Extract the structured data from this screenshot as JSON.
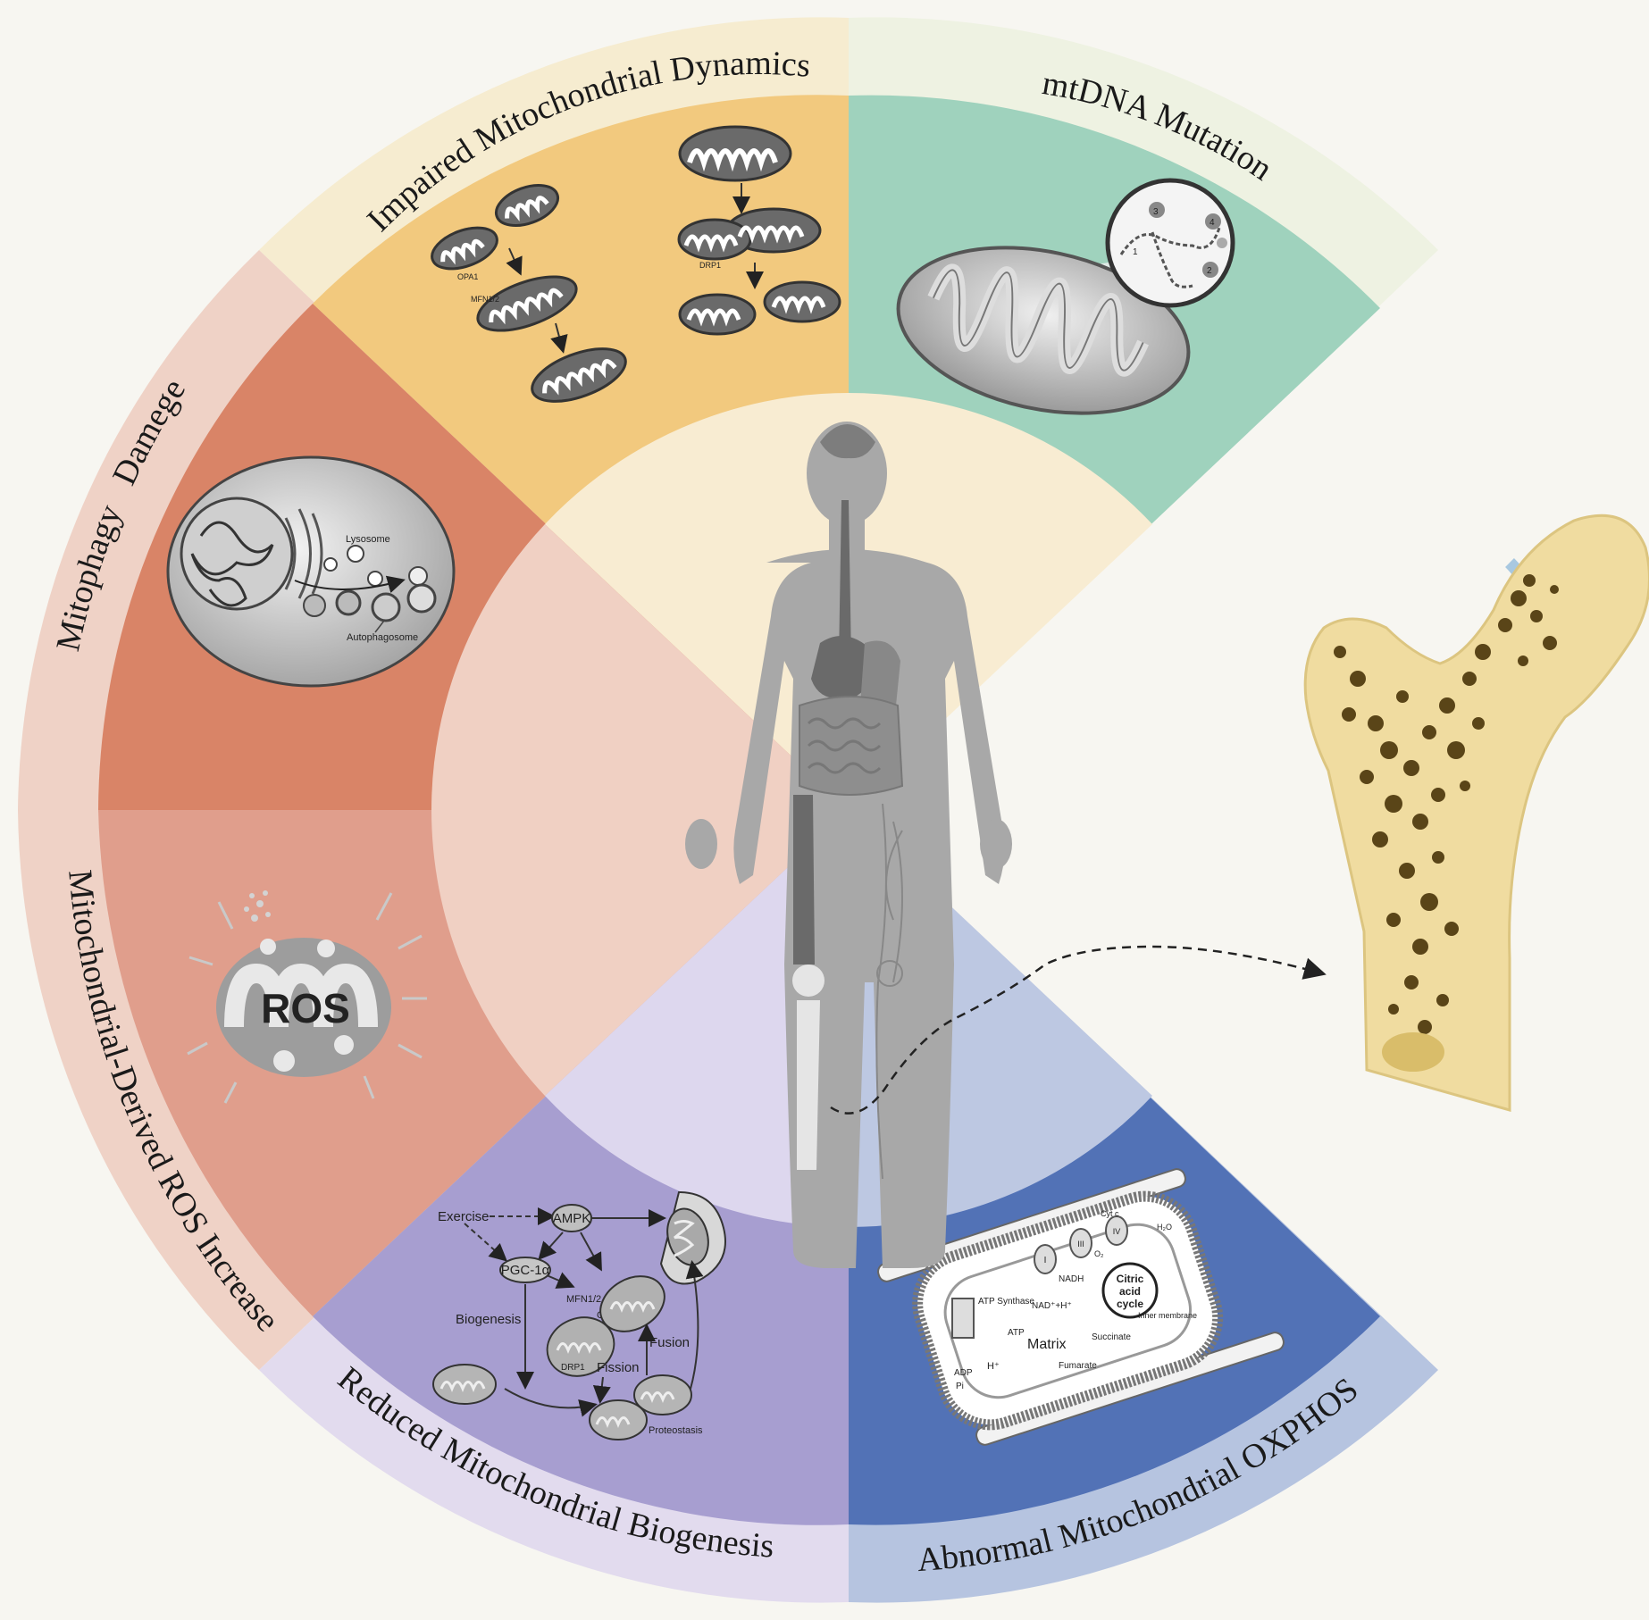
{
  "segments": [
    {
      "id": "dynamics",
      "title": "Impaired Mitochondrial Dynamics",
      "outer": "#f6ecd0",
      "mid": "#f2c97e",
      "inner": "#f8ecd2"
    },
    {
      "id": "mtdna",
      "title": "mtDNA Mutation",
      "outer": "#eef2e2",
      "mid": "#9fd2bd",
      "inner": "#f8ecd2"
    },
    {
      "id": "mitophagy",
      "title": "Mitophagy   Damege",
      "outer": "#efd2c6",
      "mid": "#d98467",
      "inner": "#f0d0c3"
    },
    {
      "id": "ros",
      "title": "Mitochondrial-Derived ROS Increase",
      "outer": "#efd2c6",
      "mid": "#e09e8c",
      "inner": "#f0d0c3"
    },
    {
      "id": "biogenesis",
      "title": "Reduced Mitochondrial Biogenesis",
      "outer": "#e2dbee",
      "mid": "#a79ed0",
      "inner": "#ddd7ee"
    },
    {
      "id": "oxphos",
      "title": "Abnormal Mitochondrial OXPHOS",
      "outer": "#b6c4e0",
      "mid": "#5272b6",
      "inner": "#bdc8e2"
    }
  ],
  "dynamics_labels": {
    "opa1": "OPA1",
    "mfn": "MFN1/2",
    "drp1": "DRP1"
  },
  "mtdna_labels": {
    "n1": "1",
    "n2": "2",
    "n3": "3",
    "n4": "4"
  },
  "mitophagy_labels": {
    "lysosome": "Lysosome",
    "autophagosome": "Autophagosome"
  },
  "ros_label": "ROS",
  "biogenesis_labels": {
    "exercise": "Exercise",
    "ampk": "AMPK",
    "pgc": "PGC-1α",
    "mfn": "MFN1/2",
    "opa1": "OPA1",
    "biogenesis": "Biogenesis",
    "fission": "Fission",
    "fusion": "Fusion",
    "drp1": "DRP1",
    "proteostasis": "Proteostasis"
  },
  "oxphos_labels": {
    "atp_synthase": "ATP Synthase",
    "atp": "ATP",
    "adp": "ADP",
    "pi": "Pi",
    "h": "H⁺",
    "nad": "NAD⁺+H⁺",
    "nadh": "NADH",
    "matrix": "Matrix",
    "citric": "Citric",
    "acid": "acid",
    "cycle": "cycle",
    "succinate": "Succinate",
    "fumarate": "Fumarate",
    "inner_membrane": "Inner membrane",
    "o2": "O₂",
    "h2o": "H₂O",
    "cyt_c": "Cyt c",
    "c1": "I",
    "c3": "III",
    "c4": "IV"
  },
  "colors": {
    "background": "#f7f6f1",
    "body": "#a8a8a8",
    "organ": "#808080",
    "bone": "#f0dca0",
    "bone_pore": "#5a4518",
    "cartilage": "#a8c8e0"
  }
}
